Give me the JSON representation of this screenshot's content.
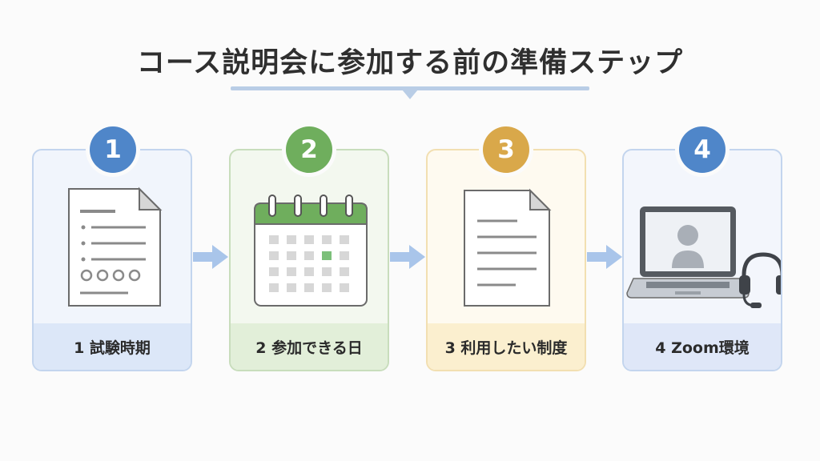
{
  "title": "コース説明会に参加する前の準備ステップ",
  "steps": [
    {
      "number": "1",
      "label": "1 試験時期",
      "color": "#4f86c9",
      "icon": "checklist-document-icon"
    },
    {
      "number": "2",
      "label": "2 参加できる日",
      "color": "#6fae5d",
      "icon": "calendar-icon"
    },
    {
      "number": "3",
      "label": "3 利用したい制度",
      "color": "#d9a84a",
      "icon": "document-icon"
    },
    {
      "number": "4",
      "label": "4 Zoom環境",
      "color": "#4f86c9",
      "icon": "laptop-headset-icon"
    }
  ],
  "colors": {
    "arrow": "#a9c5ea",
    "icon_stroke": "#6b6b6b",
    "calendar_header": "#6fae5d",
    "calendar_highlight": "#7cc07a"
  }
}
